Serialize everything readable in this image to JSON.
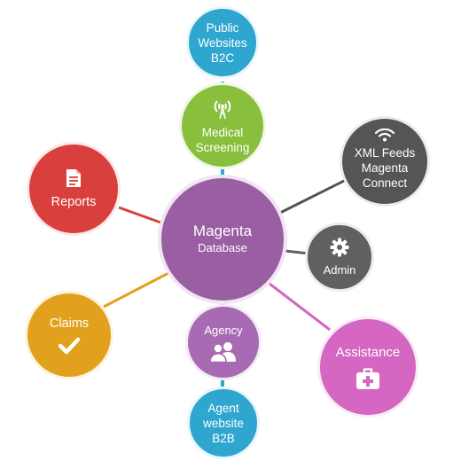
{
  "center": {
    "title": "Magenta",
    "subtitle": "Database"
  },
  "nodes": {
    "public_websites": {
      "lines": [
        "Public",
        "Websites",
        "B2C"
      ],
      "color": "#2fa6cf"
    },
    "medical_screening": {
      "lines": [
        "Medical",
        "Screening"
      ],
      "icon": "antenna-icon",
      "color": "#89bf3d"
    },
    "xml_feeds": {
      "lines": [
        "XML Feeds",
        "Magenta",
        "Connect"
      ],
      "icon": "wifi-icon",
      "color": "#555555"
    },
    "reports": {
      "label": "Reports",
      "icon": "document-icon",
      "color": "#d9403d"
    },
    "admin": {
      "label": "Admin",
      "icon": "gear-icon",
      "color": "#606060"
    },
    "claims": {
      "label": "Claims",
      "icon": "checkmark-icon",
      "color": "#e2a11c"
    },
    "agency": {
      "label": "Agency",
      "icon": "users-icon",
      "color": "#a86bb3"
    },
    "assistance": {
      "label": "Assistance",
      "icon": "medical-kit-icon",
      "color": "#d566c1"
    },
    "agent_website": {
      "lines": [
        "Agent",
        "website",
        "B2B"
      ],
      "color": "#2fa6cf"
    }
  },
  "center_color": "#9a5fa2"
}
